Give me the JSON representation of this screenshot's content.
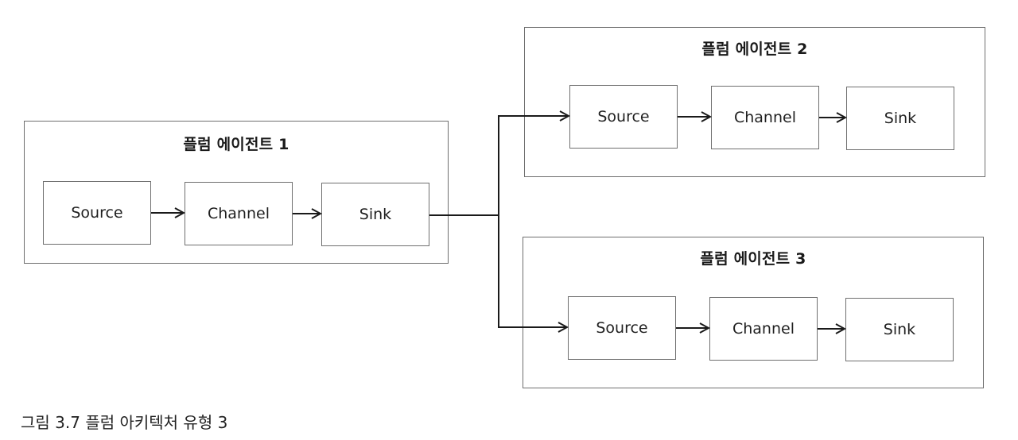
{
  "diagram": {
    "agents": [
      {
        "id": "agent-1",
        "title": "플럼 에이전트 1",
        "nodes": [
          {
            "id": "source",
            "label": "Source"
          },
          {
            "id": "channel",
            "label": "Channel"
          },
          {
            "id": "sink",
            "label": "Sink"
          }
        ]
      },
      {
        "id": "agent-2",
        "title": "플럼 에이전트 2",
        "nodes": [
          {
            "id": "source",
            "label": "Source"
          },
          {
            "id": "channel",
            "label": "Channel"
          },
          {
            "id": "sink",
            "label": "Sink"
          }
        ]
      },
      {
        "id": "agent-3",
        "title": "플럼 에이전트 3",
        "nodes": [
          {
            "id": "source",
            "label": "Source"
          },
          {
            "id": "channel",
            "label": "Channel"
          },
          {
            "id": "sink",
            "label": "Sink"
          }
        ]
      }
    ],
    "edges": [
      {
        "from": "agent-1.source",
        "to": "agent-1.channel"
      },
      {
        "from": "agent-1.channel",
        "to": "agent-1.sink"
      },
      {
        "from": "agent-1.sink",
        "to": "agent-2.source"
      },
      {
        "from": "agent-1.sink",
        "to": "agent-3.source"
      },
      {
        "from": "agent-2.source",
        "to": "agent-2.channel"
      },
      {
        "from": "agent-2.channel",
        "to": "agent-2.sink"
      },
      {
        "from": "agent-3.source",
        "to": "agent-3.channel"
      },
      {
        "from": "agent-3.channel",
        "to": "agent-3.sink"
      }
    ],
    "colors": {
      "stroke": "#6f6f6f",
      "arrow": "#1a1a1a",
      "text": "#1a1a1a"
    }
  },
  "caption": "그림 3.7 플럼 아키텍처 유형 3"
}
